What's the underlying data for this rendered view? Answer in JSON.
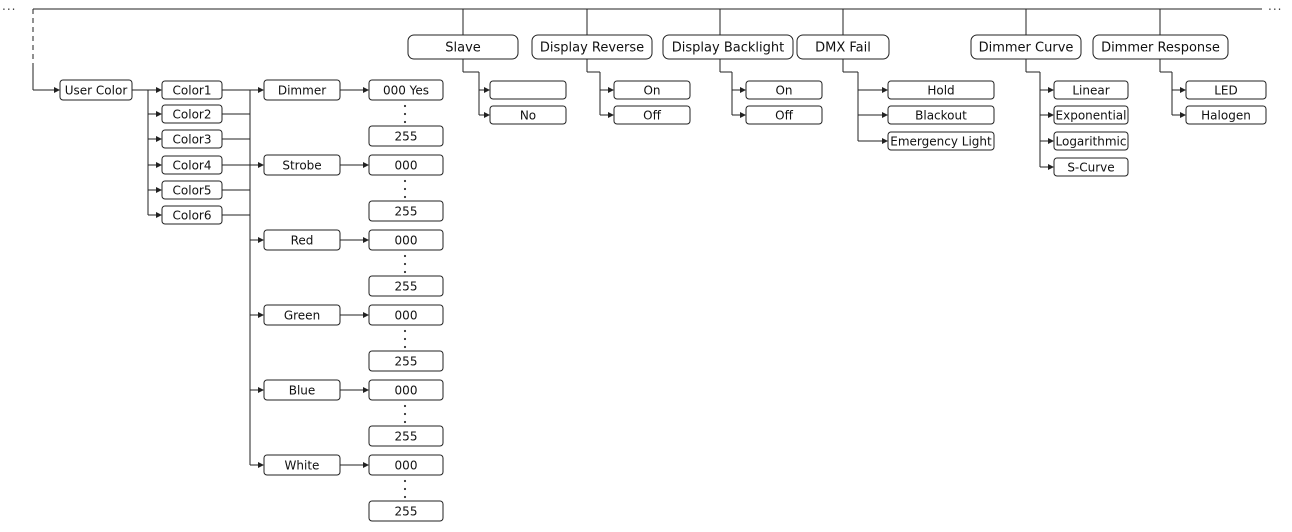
{
  "ellipsis": "...",
  "root": "User Color",
  "colors": [
    "Color1",
    "Color2",
    "Color3",
    "Color4",
    "Color5",
    "Color6"
  ],
  "channels": [
    "Dimmer",
    "Strobe",
    "Red",
    "Green",
    "Blue",
    "White"
  ],
  "channel_values": [
    {
      "min": "000 Yes",
      "max": "255"
    },
    {
      "min": "000",
      "max": "255"
    },
    {
      "min": "000",
      "max": "255"
    },
    {
      "min": "000",
      "max": "255"
    },
    {
      "min": "000",
      "max": "255"
    },
    {
      "min": "000",
      "max": "255"
    }
  ],
  "menus": [
    {
      "title": "Slave",
      "options": [
        "",
        "No"
      ]
    },
    {
      "title": "Display Reverse",
      "options": [
        "On",
        "Off"
      ]
    },
    {
      "title": "Display Backlight",
      "options": [
        "On",
        "Off"
      ]
    },
    {
      "title": "DMX Fail",
      "options": [
        "Hold",
        "Blackout",
        "Emergency Light"
      ]
    },
    {
      "title": "Dimmer Curve",
      "options": [
        "Linear",
        "Exponential",
        "Logarithmic",
        "S-Curve"
      ]
    },
    {
      "title": "Dimmer Response",
      "options": [
        "LED",
        "Halogen"
      ]
    }
  ]
}
